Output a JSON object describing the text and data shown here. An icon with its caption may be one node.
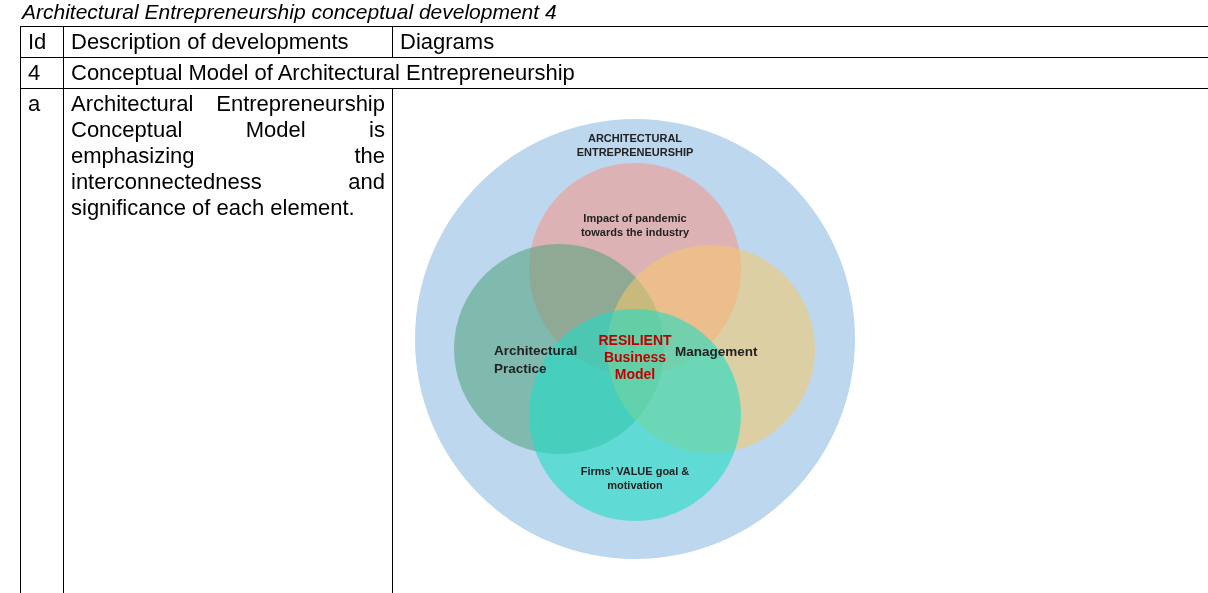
{
  "diagram": {
    "title": "Architectural Entrepreneurship conceptual development 4",
    "nodes": [
      {
        "text": [
          "ARCHITECTURAL ENTREPRENEURSHIP"
        ]
      },
      {
        "text": [
          "Impact of pandemic towards the industry"
        ],
        "in": 0
      },
      {
        "text": [
          "Architectural Practice"
        ],
        "in": 0
      },
      {
        "text": [
          "Management"
        ],
        "in": 0
      },
      {
        "text": [
          "Firms’ VALUE goal & motivation"
        ],
        "in": 0
      }
    ],
    "labels": [
      "Id",
      "Description of developments",
      "Diagrams",
      "4",
      "Conceptual Model of Architectural Entrepreneurship",
      "a",
      "Architectural Entrepreneurship Conceptual Model is emphasizing the interconnectedness and significance of each element.",
      "RESILIENT Business Model"
    ]
  }
}
